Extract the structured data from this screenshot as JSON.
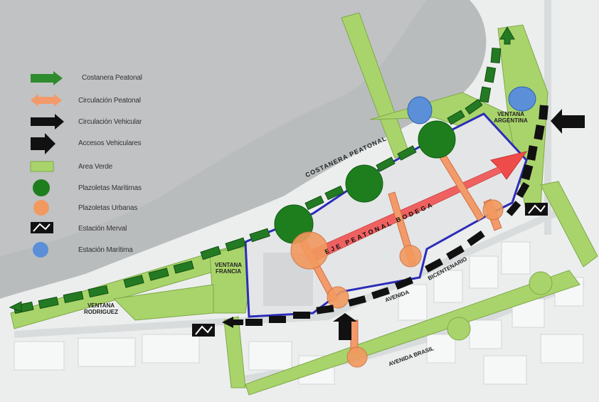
{
  "legend": [
    {
      "label": "Costanera Peatonal",
      "icon": "green-arrow-icon",
      "color": "#2e8b2e"
    },
    {
      "label": "Circulación Peatonal",
      "icon": "orange-double-arrow-icon",
      "color": "#f39a6b"
    },
    {
      "label": "Circulación Vehicular",
      "icon": "black-arrow-icon",
      "color": "#111111"
    },
    {
      "label": "Accesos Vehiculares",
      "icon": "black-block-arrow-icon",
      "color": "#111111"
    },
    {
      "label": "Area Verde",
      "icon": "green-rectangle-icon",
      "color": "#a9d46b"
    },
    {
      "label": "Plazoletas Marítimas",
      "icon": "green-circle-icon",
      "color": "#1e7e1e"
    },
    {
      "label": "Plazoletas Urbanas",
      "icon": "orange-circle-icon",
      "color": "#f2995f"
    },
    {
      "label": "Estación Merval",
      "icon": "merval-station-icon",
      "color": "#111111"
    },
    {
      "label": "Estación Marítima",
      "icon": "blue-circle-icon",
      "color": "#5a8fd6"
    }
  ],
  "labels": {
    "costanera_peatonal": "COSTANERA PEATONAL",
    "eje_peatonal": "EJE PEATONAL BODEGA",
    "ventana_argentina": "VENTANA ARGENTINA",
    "ventana_francia": "VENTANA FRANCIA",
    "ventana_rodriguez": "VENTANA RODRIGUEZ",
    "avenida": "AVENIDA",
    "bicentenario": "BICENTENARIO",
    "avenida_brasil": "AVENIDA BRASIL"
  },
  "colors": {
    "sea": "#b9bcbd",
    "green_area": "#a9d46b",
    "dark_green": "#237a23",
    "orange": "#f39a6b",
    "red_axis": "#ee4b4b",
    "blue_outline": "#2c2cb8",
    "blue_station": "#5b8fd8"
  }
}
